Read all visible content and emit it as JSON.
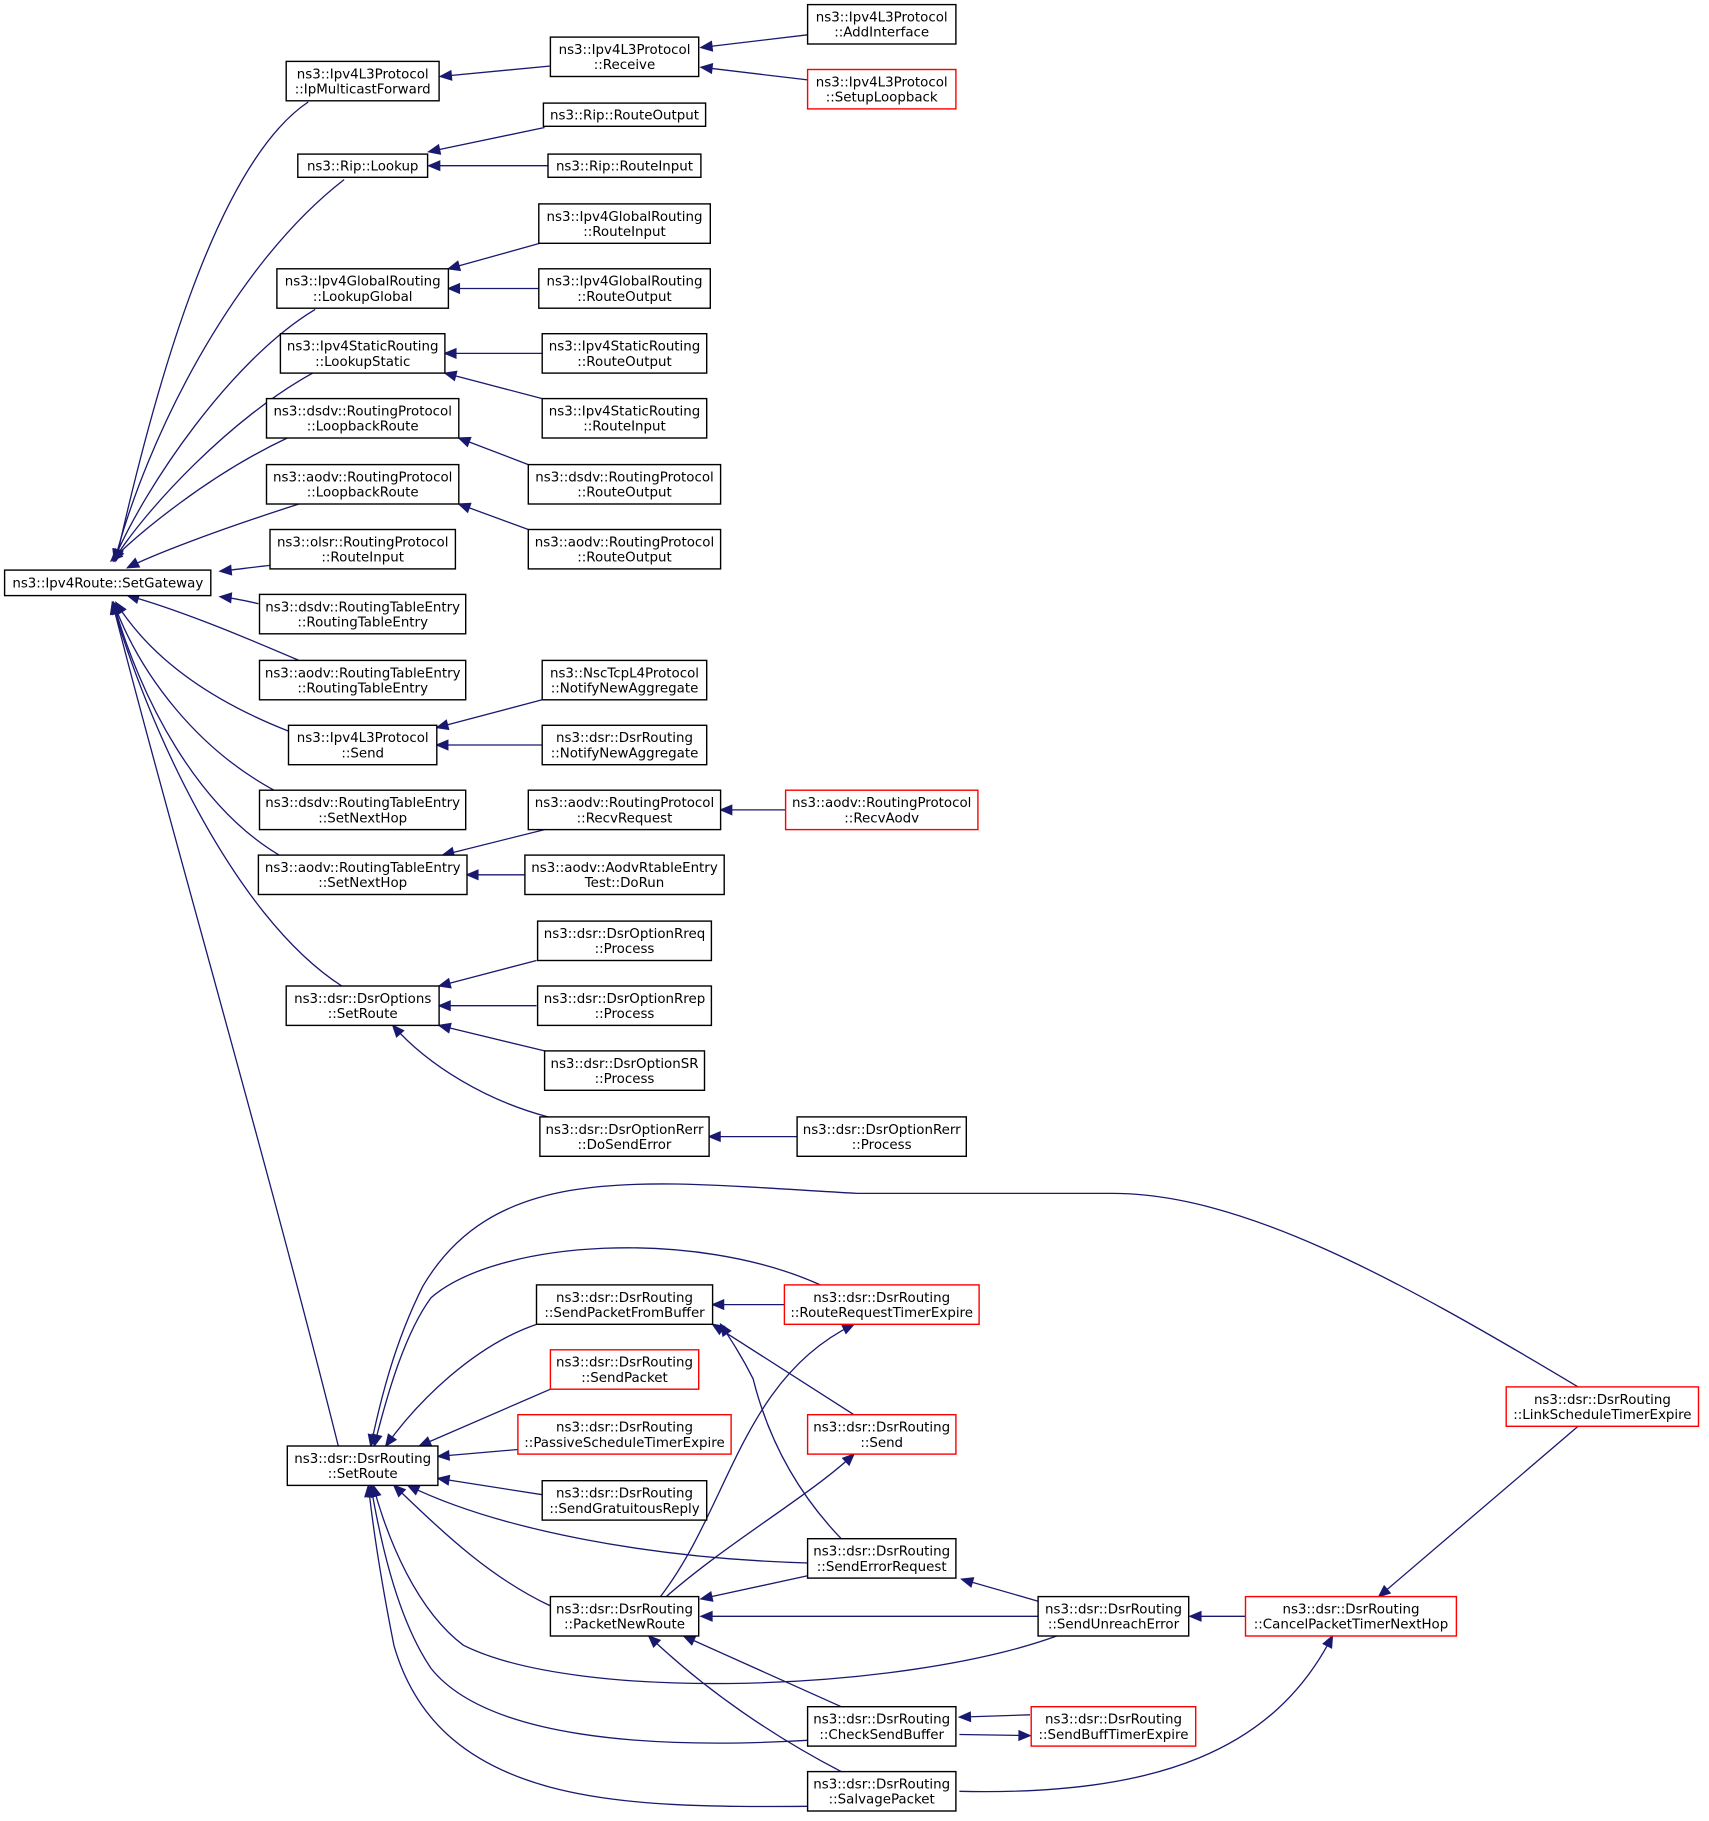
{
  "colors": {
    "edge": "#191970",
    "normal_border": "#000000",
    "truncated_border": "#ff0000",
    "root_fill": "#bfbfbf",
    "node_fill": "#ffffff"
  },
  "nodes": [
    {
      "id": "root",
      "lines": [
        "ns3::Ipv4Route::SetGateway"
      ],
      "style": "root"
    },
    {
      "id": "ipmcf",
      "lines": [
        "ns3::Ipv4L3Protocol",
        "::IpMulticastForward"
      ],
      "style": "normal"
    },
    {
      "id": "l3recv",
      "lines": [
        "ns3::Ipv4L3Protocol",
        "::Receive"
      ],
      "style": "normal"
    },
    {
      "id": "addif",
      "lines": [
        "ns3::Ipv4L3Protocol",
        "::AddInterface"
      ],
      "style": "normal"
    },
    {
      "id": "setuplb",
      "lines": [
        "ns3::Ipv4L3Protocol",
        "::SetupLoopback"
      ],
      "style": "truncated"
    },
    {
      "id": "riplookup",
      "lines": [
        "ns3::Rip::Lookup"
      ],
      "style": "normal"
    },
    {
      "id": "ripro",
      "lines": [
        "ns3::Rip::RouteOutput"
      ],
      "style": "normal"
    },
    {
      "id": "ripri",
      "lines": [
        "ns3::Rip::RouteInput"
      ],
      "style": "normal"
    },
    {
      "id": "glookup",
      "lines": [
        "ns3::Ipv4GlobalRouting",
        "::LookupGlobal"
      ],
      "style": "normal"
    },
    {
      "id": "gri",
      "lines": [
        "ns3::Ipv4GlobalRouting",
        "::RouteInput"
      ],
      "style": "normal"
    },
    {
      "id": "gro",
      "lines": [
        "ns3::Ipv4GlobalRouting",
        "::RouteOutput"
      ],
      "style": "normal"
    },
    {
      "id": "slookup",
      "lines": [
        "ns3::Ipv4StaticRouting",
        "::LookupStatic"
      ],
      "style": "normal"
    },
    {
      "id": "sro",
      "lines": [
        "ns3::Ipv4StaticRouting",
        "::RouteOutput"
      ],
      "style": "normal"
    },
    {
      "id": "sri",
      "lines": [
        "ns3::Ipv4StaticRouting",
        "::RouteInput"
      ],
      "style": "normal"
    },
    {
      "id": "dsdvlb",
      "lines": [
        "ns3::dsdv::RoutingProtocol",
        "::LoopbackRoute"
      ],
      "style": "normal"
    },
    {
      "id": "aodvlb",
      "lines": [
        "ns3::aodv::RoutingProtocol",
        "::LoopbackRoute"
      ],
      "style": "normal"
    },
    {
      "id": "dsdvro",
      "lines": [
        "ns3::dsdv::RoutingProtocol",
        "::RouteOutput"
      ],
      "style": "normal"
    },
    {
      "id": "aodvro",
      "lines": [
        "ns3::aodv::RoutingProtocol",
        "::RouteOutput"
      ],
      "style": "normal"
    },
    {
      "id": "olsrri",
      "lines": [
        "ns3::olsr::RoutingProtocol",
        "::RouteInput"
      ],
      "style": "normal"
    },
    {
      "id": "dsdvrte",
      "lines": [
        "ns3::dsdv::RoutingTableEntry",
        "::RoutingTableEntry"
      ],
      "style": "normal"
    },
    {
      "id": "aodvrte",
      "lines": [
        "ns3::aodv::RoutingTableEntry",
        "::RoutingTableEntry"
      ],
      "style": "normal"
    },
    {
      "id": "l3send",
      "lines": [
        "ns3::Ipv4L3Protocol",
        "::Send"
      ],
      "style": "normal"
    },
    {
      "id": "nscna",
      "lines": [
        "ns3::NscTcpL4Protocol",
        "::NotifyNewAggregate"
      ],
      "style": "normal"
    },
    {
      "id": "dsrna",
      "lines": [
        "ns3::dsr::DsrRouting",
        "::NotifyNewAggregate"
      ],
      "style": "normal"
    },
    {
      "id": "dsdvnh",
      "lines": [
        "ns3::dsdv::RoutingTableEntry",
        "::SetNextHop"
      ],
      "style": "normal"
    },
    {
      "id": "aodvnh",
      "lines": [
        "ns3::aodv::RoutingTableEntry",
        "::SetNextHop"
      ],
      "style": "normal"
    },
    {
      "id": "aodvrr",
      "lines": [
        "ns3::aodv::RoutingProtocol",
        "::RecvRequest"
      ],
      "style": "normal"
    },
    {
      "id": "aodvra",
      "lines": [
        "ns3::aodv::RoutingProtocol",
        "::RecvAodv"
      ],
      "style": "truncated"
    },
    {
      "id": "aodvtest",
      "lines": [
        "ns3::aodv::AodvRtableEntry",
        "Test::DoRun"
      ],
      "style": "normal"
    },
    {
      "id": "optsr",
      "lines": [
        "ns3::dsr::DsrOptions",
        "::SetRoute"
      ],
      "style": "normal"
    },
    {
      "id": "rreq",
      "lines": [
        "ns3::dsr::DsrOptionRreq",
        "::Process"
      ],
      "style": "normal"
    },
    {
      "id": "rrep",
      "lines": [
        "ns3::dsr::DsrOptionRrep",
        "::Process"
      ],
      "style": "normal"
    },
    {
      "id": "srp",
      "lines": [
        "ns3::dsr::DsrOptionSR",
        "::Process"
      ],
      "style": "normal"
    },
    {
      "id": "rerrd",
      "lines": [
        "ns3::dsr::DsrOptionRerr",
        "::DoSendError"
      ],
      "style": "normal"
    },
    {
      "id": "rerrp",
      "lines": [
        "ns3::dsr::DsrOptionRerr",
        "::Process"
      ],
      "style": "normal"
    },
    {
      "id": "dsrsr",
      "lines": [
        "ns3::dsr::DsrRouting",
        "::SetRoute"
      ],
      "style": "normal"
    },
    {
      "id": "spfb",
      "lines": [
        "ns3::dsr::DsrRouting",
        "::SendPacketFromBuffer"
      ],
      "style": "normal"
    },
    {
      "id": "rrte",
      "lines": [
        "ns3::dsr::DsrRouting",
        "::RouteRequestTimerExpire"
      ],
      "style": "truncated"
    },
    {
      "id": "sendpkt",
      "lines": [
        "ns3::dsr::DsrRouting",
        "::SendPacket"
      ],
      "style": "truncated"
    },
    {
      "id": "pste",
      "lines": [
        "ns3::dsr::DsrRouting",
        "::PassiveScheduleTimerExpire"
      ],
      "style": "truncated"
    },
    {
      "id": "dsrsend",
      "lines": [
        "ns3::dsr::DsrRouting",
        "::Send"
      ],
      "style": "truncated"
    },
    {
      "id": "sgr",
      "lines": [
        "ns3::dsr::DsrRouting",
        "::SendGratuitousReply"
      ],
      "style": "normal"
    },
    {
      "id": "ser",
      "lines": [
        "ns3::dsr::DsrRouting",
        "::SendErrorRequest"
      ],
      "style": "normal"
    },
    {
      "id": "pnr",
      "lines": [
        "ns3::dsr::DsrRouting",
        "::PacketNewRoute"
      ],
      "style": "normal"
    },
    {
      "id": "sue",
      "lines": [
        "ns3::dsr::DsrRouting",
        "::SendUnreachError"
      ],
      "style": "normal"
    },
    {
      "id": "cptnh",
      "lines": [
        "ns3::dsr::DsrRouting",
        "::CancelPacketTimerNextHop"
      ],
      "style": "truncated"
    },
    {
      "id": "lste",
      "lines": [
        "ns3::dsr::DsrRouting",
        "::LinkScheduleTimerExpire"
      ],
      "style": "truncated"
    },
    {
      "id": "csb",
      "lines": [
        "ns3::dsr::DsrRouting",
        "::CheckSendBuffer"
      ],
      "style": "normal"
    },
    {
      "id": "sbte",
      "lines": [
        "ns3::dsr::DsrRouting",
        "::SendBuffTimerExpire"
      ],
      "style": "truncated"
    },
    {
      "id": "salv",
      "lines": [
        "ns3::dsr::DsrRouting",
        "::SalvagePacket"
      ],
      "style": "normal"
    }
  ]
}
